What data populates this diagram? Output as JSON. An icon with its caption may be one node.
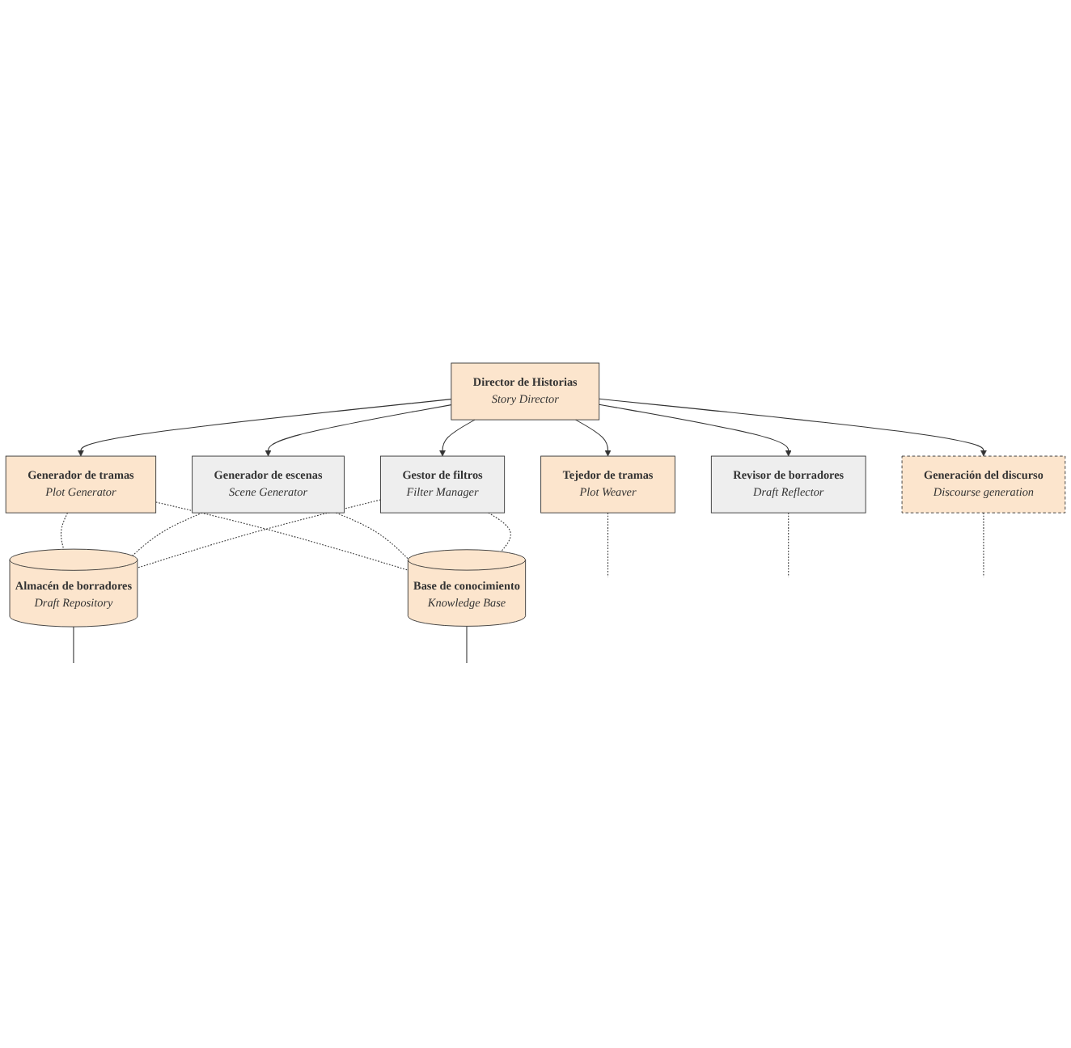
{
  "diagram": {
    "nodes": [
      {
        "text": [
          "Director de Historias",
          "Story Director"
        ]
      },
      {
        "text": [
          "Generador de tramas",
          "Plot Generator"
        ]
      },
      {
        "text": [
          "Tejedor de tramas",
          "Plot Weaver"
        ]
      },
      {
        "text": [
          "Generador de escenas",
          "Scene Generator"
        ]
      },
      {
        "text": [
          "Revisor de borradores",
          "Draft Reflector"
        ]
      },
      {
        "text": [
          "Gestor de filtros",
          "Filter Manager"
        ]
      },
      {
        "text": [
          "Generación del discurso",
          "Discourse generation"
        ]
      },
      {
        "text": [
          "Almacén de borradores",
          "Draft Repository"
        ]
      },
      {
        "text": [
          "Base de conocimiento",
          "Knowledge Base"
        ]
      }
    ],
    "edges": [
      {
        "from": 0,
        "to": 1,
        "arrow": "to"
      },
      {
        "from": 0,
        "to": 2,
        "arrow": "to"
      },
      {
        "from": 0,
        "to": 3,
        "arrow": "to"
      },
      {
        "from": 0,
        "to": 4,
        "arrow": "to"
      },
      {
        "from": 0,
        "to": 5,
        "arrow": "to"
      },
      {
        "from": 0,
        "to": 6,
        "arrow": "to"
      },
      {
        "from": 1,
        "to": 7,
        "arrow": "none",
        "style": "dashed"
      },
      {
        "from": 1,
        "to": 8,
        "arrow": "none",
        "style": "dashed"
      },
      {
        "from": 3,
        "to": 7,
        "arrow": "none",
        "style": "dashed"
      },
      {
        "from": 3,
        "to": 8,
        "arrow": "none",
        "style": "dashed"
      },
      {
        "from": 5,
        "to": 7,
        "arrow": "none",
        "style": "dashed"
      },
      {
        "from": 5,
        "to": 8,
        "arrow": "none",
        "style": "dashed"
      },
      {
        "from": 2,
        "to": null,
        "arrow": "none",
        "style": "dashed"
      },
      {
        "from": 4,
        "to": null,
        "arrow": "none",
        "style": "dashed"
      },
      {
        "from": 6,
        "to": null,
        "arrow": "none",
        "style": "dashed"
      },
      {
        "from": 7,
        "to": null,
        "arrow": "none"
      },
      {
        "from": 8,
        "to": null,
        "arrow": "none"
      }
    ]
  }
}
